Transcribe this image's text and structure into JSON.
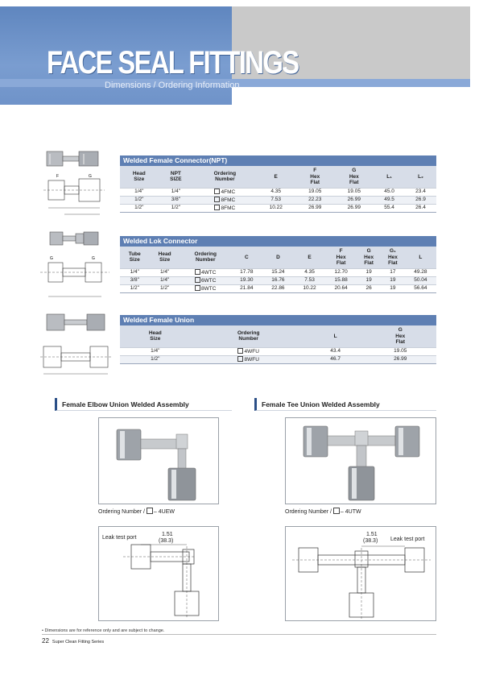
{
  "header": {
    "title": "FACE SEAL FITTINGS",
    "subtitle": "Dimensions / Ordering Information"
  },
  "colors": {
    "banner_blue": "#6f93c9",
    "table_header_bar": "#5e7fb3",
    "accent_navy": "#2b4f87"
  },
  "table1": {
    "title": "Welded Female Connector(NPT)",
    "headers": [
      [
        "Head",
        "Size"
      ],
      [
        "NPT",
        "SIZE"
      ],
      [
        "Ordering",
        "Number"
      ],
      [
        "E"
      ],
      [
        "F",
        "Hex",
        "Flat"
      ],
      [
        "G",
        "Hex",
        "Flat"
      ],
      [
        "L₁"
      ],
      [
        "L₂"
      ]
    ],
    "rows": [
      [
        "1/4\"",
        "1/4\"",
        "4FMC",
        "4.35",
        "19.05",
        "19.05",
        "45.0",
        "23.4"
      ],
      [
        "1/2\"",
        "3/8\"",
        "8FMC",
        "7.53",
        "22.23",
        "26.99",
        "49.5",
        "26.9"
      ],
      [
        "1/2\"",
        "1/2\"",
        "8FMC",
        "10.22",
        "26.99",
        "26.99",
        "55.4",
        "26.4"
      ]
    ]
  },
  "table2": {
    "title": "Welded Lok Connector",
    "headers": [
      [
        "Tube",
        "Size"
      ],
      [
        "Head",
        "Size"
      ],
      [
        "Ordering",
        "Number"
      ],
      [
        "C"
      ],
      [
        "D"
      ],
      [
        "E"
      ],
      [
        "F",
        "Hex",
        "Flat"
      ],
      [
        "G",
        "Hex",
        "Flat"
      ],
      [
        "G₁",
        "Hex",
        "Flat"
      ],
      [
        "L"
      ]
    ],
    "rows": [
      [
        "1/4\"",
        "1/4\"",
        "4WTC",
        "17.78",
        "15.24",
        "4.35",
        "12.70",
        "19",
        "17",
        "49.28"
      ],
      [
        "3/8\"",
        "1/4\"",
        "6WTC",
        "19.30",
        "16.76",
        "7.53",
        "15.88",
        "19",
        "19",
        "50.04"
      ],
      [
        "1/2\"",
        "1/2\"",
        "8WTC",
        "21.84",
        "22.86",
        "10.22",
        "20.64",
        "26",
        "19",
        "56.64"
      ]
    ]
  },
  "table3": {
    "title": "Welded Female Union",
    "headers": [
      [
        "Head",
        "Size"
      ],
      [
        "Ordering",
        "Number"
      ],
      [
        "L"
      ],
      [
        "G",
        "Hex",
        "Flat"
      ]
    ],
    "rows": [
      [
        "1/4\"",
        "4WFU",
        "43.4",
        "19.05"
      ],
      [
        "1/2\"",
        "8WFU",
        "46.7",
        "26.99"
      ]
    ]
  },
  "elbow": {
    "title": "Female Elbow Union Welded Assembly",
    "ordering_prefix": "Ordering Number /",
    "ordering_suffix": "– 4UEW",
    "leak_label": "Leak test port",
    "dim1": "1.51",
    "dim2": "(38.3)"
  },
  "tee": {
    "title": "Female Tee Union Welded Assembly",
    "ordering_prefix": "Ordering Number /",
    "ordering_suffix": "– 4UTW",
    "leak_label": "Leak test port",
    "dim1": "1.51",
    "dim2": "(38.3)"
  },
  "footer": {
    "note": "• Dimensions are for reference only and are subject to change.",
    "page": "22",
    "series": "Super Clean Fitting Series"
  }
}
